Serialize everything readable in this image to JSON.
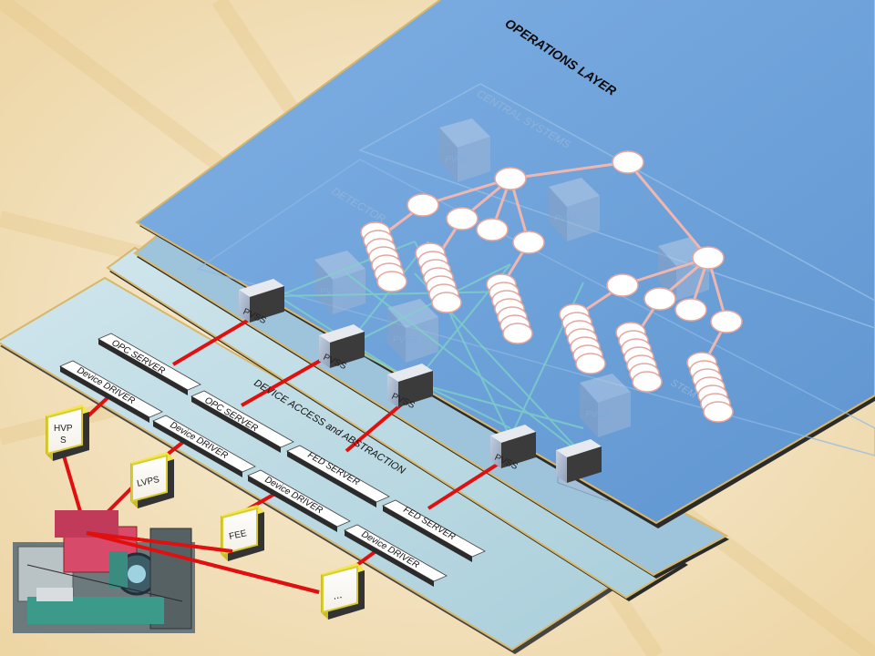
{
  "diagram": {
    "layers": {
      "operations": "OPERATIONS    LAYER",
      "central": "CENTRAL  SYSTEMS",
      "detector": "DETECTOR",
      "subsystem": "STEM",
      "device_access": "DEVICE     ACCESS          and     ABSTRACTION"
    },
    "pvss_label": "PVSS",
    "servers": {
      "opc": "OPC  SERVER",
      "fed": "FED SERVER",
      "driver": "Device DRIVER"
    },
    "hardware": {
      "hvps": "HVP\nS",
      "lvps": "LVPS",
      "fee": "FEE",
      "other": "..."
    }
  },
  "colors": {
    "background": "#f3e6c8",
    "operations_plane": "#6fa3da",
    "access_plane": "#b9d9e2",
    "link_red": "#e01010",
    "tree_link": "#efb7b0",
    "node_fill": "#ffffff",
    "node_stroke": "#e4a7a0"
  }
}
